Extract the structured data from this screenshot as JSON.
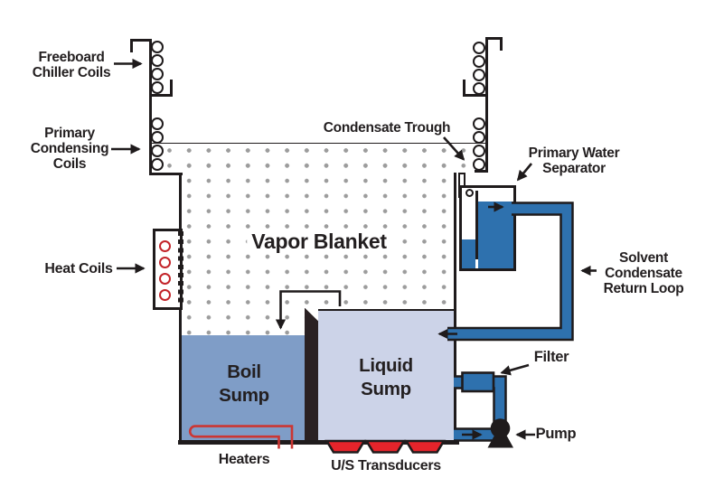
{
  "diagram": {
    "kind": "vapor-degreaser-schematic",
    "labels": {
      "freeboard_chiller_coils": "Freeboard\nChiller Coils",
      "primary_condensing_coils": "Primary\nCondensing\nCoils",
      "heat_coils": "Heat Coils",
      "condensate_trough": "Condensate Trough",
      "primary_water_separator": "Primary Water\nSeparator",
      "solvent_condensate_return_loop": "Solvent\nCondensate\nReturn Loop",
      "vapor_blanket": "Vapor Blanket",
      "boil_sump": "Boil\nSump",
      "liquid_sump": "Liquid\nSump",
      "heaters": "Heaters",
      "us_transducers": "U/S Transducers",
      "filter": "Filter",
      "pump": "Pump"
    },
    "colors": {
      "pipe-blue": "#2e71ae",
      "boil-sump-blue": "#7f9dc7",
      "liquid-sump-blue": "#ccd3e8",
      "transducer-red": "#e5242b",
      "heater-red": "#cc3633",
      "heat-coil-red": "#c3242a",
      "dot-gray": "#9c9c9c",
      "line-black": "#1f1b1c",
      "text-black": "#231f20",
      "weir-dark": "#2a2123",
      "background": "#ffffff"
    }
  }
}
